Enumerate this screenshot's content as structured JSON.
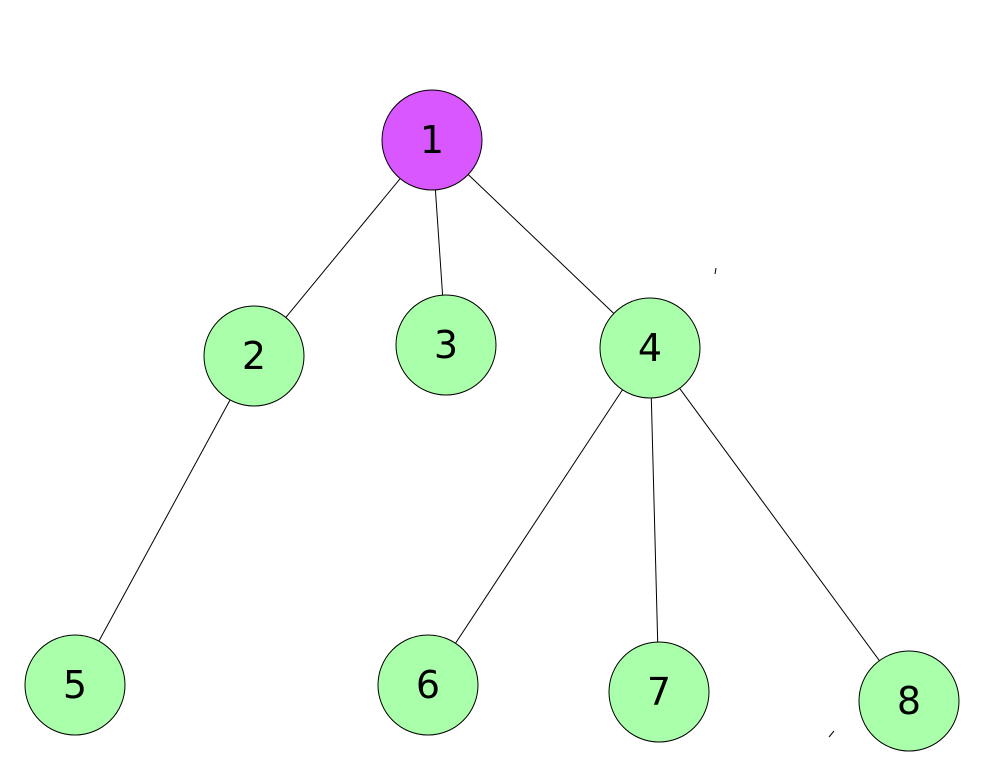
{
  "colors": {
    "root_fill": "#d957ff",
    "node_fill": "#aaffaa",
    "stroke": "#000000",
    "background": "#ffffff"
  },
  "nodes": [
    {
      "id": "1",
      "label": "1",
      "role": "root"
    },
    {
      "id": "2",
      "label": "2",
      "role": "child"
    },
    {
      "id": "3",
      "label": "3",
      "role": "child"
    },
    {
      "id": "4",
      "label": "4",
      "role": "child"
    },
    {
      "id": "5",
      "label": "5",
      "role": "child"
    },
    {
      "id": "6",
      "label": "6",
      "role": "child"
    },
    {
      "id": "7",
      "label": "7",
      "role": "child"
    },
    {
      "id": "8",
      "label": "8",
      "role": "child"
    }
  ],
  "edges": [
    {
      "from": "1",
      "to": "2"
    },
    {
      "from": "1",
      "to": "3"
    },
    {
      "from": "1",
      "to": "4"
    },
    {
      "from": "2",
      "to": "5"
    },
    {
      "from": "4",
      "to": "6"
    },
    {
      "from": "4",
      "to": "7"
    },
    {
      "from": "4",
      "to": "8"
    }
  ]
}
